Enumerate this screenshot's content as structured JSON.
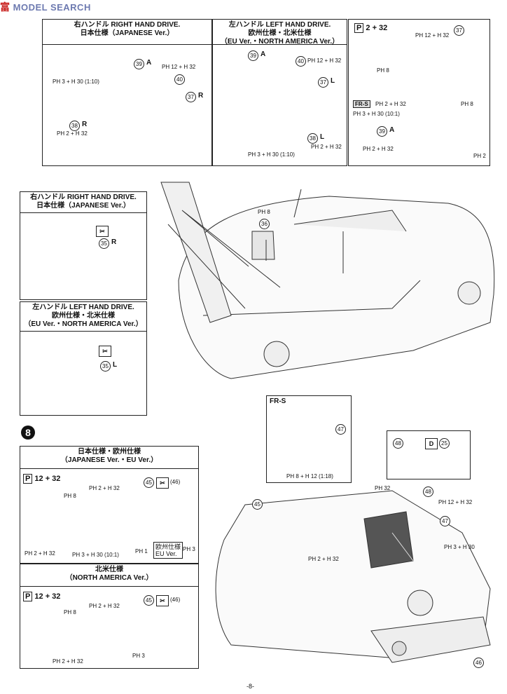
{
  "watermark": {
    "brand_red": "富",
    "text": "MODEL SEARCH"
  },
  "step": {
    "eight": "8"
  },
  "top_left_box": {
    "title1": "右ハンドル RIGHT HAND DRIVE.",
    "title2": "日本仕様（JAPANESE Ver.）",
    "p39": "39",
    "a": "A",
    "paint1": "PH 12 + H 32",
    "p40": "40",
    "paint2": "PH 3 + H 30 (1:10)",
    "p37": "37",
    "r": "R",
    "p38": "38",
    "paint3": "PH 2 + H 32"
  },
  "top_mid_box": {
    "title1": "左ハンドル LEFT HAND DRIVE.",
    "title2": "欧州仕様・北米仕様",
    "title3": "（EU Ver.・NORTH AMERICA Ver.）",
    "p39": "39",
    "a": "A",
    "p40": "40",
    "paint1": "PH 12 + H 32",
    "p37": "37",
    "l": "L",
    "p38": "38",
    "paint2": "PH 2 + H 32",
    "paint3": "PH 3 + H 30 (1:10)"
  },
  "top_right_box": {
    "paint_main": "2 + 32",
    "p37": "37",
    "paint_a": "PH 12 + H 32",
    "paint_b": "PH 8",
    "frs": "FR-S",
    "frs_paint": "PH 2 + H 32",
    "paint_c": "PH 8",
    "paint_d": "PH 3 + H 30 (10:1)",
    "p39": "39",
    "a": "A",
    "paint_e": "PH 2 + H 32",
    "paint_f": "PH 2"
  },
  "mid_left_box_r": {
    "title1": "右ハンドル RIGHT HAND DRIVE.",
    "title2": "日本仕様（JAPANESE Ver.）",
    "p35": "35",
    "r": "R"
  },
  "mid_left_box_l": {
    "title1": "左ハンドル LEFT HAND DRIVE.",
    "title2": "欧州仕様・北米仕様",
    "title3": "（EU Ver.・NORTH AMERICA Ver.）",
    "p35": "35",
    "l": "L"
  },
  "chassis_labels": {
    "p8": "PH 8",
    "p36": "36"
  },
  "frs_box": {
    "title": "FR-S",
    "p47": "47",
    "paint": "PH 8 + H 12 (1:18)"
  },
  "part48_box": {
    "p48": "48",
    "d": "D",
    "p25": "25"
  },
  "step8_box_top": {
    "title1": "日本仕様・欧州仕様",
    "title2": "（JAPANESE Ver.・EU Ver.）",
    "paint_main": "12 + 32",
    "paint_a": "PH 2 + H 32",
    "p45": "45",
    "p46": "(46)",
    "paint_b": "PH 8",
    "paint_c": "PH 2 + H 32",
    "paint_d": "PH 3 + H 30 (10:1)",
    "paint_e": "PH 1",
    "eu_note1": "欧州仕様",
    "eu_note2": "EU Ver.",
    "paint_f": "PH 3"
  },
  "step8_box_bottom": {
    "title1": "北米仕様",
    "title2": "（NORTH AMERICA Ver.）",
    "paint_main": "12 + 32",
    "paint_a": "PH 2 + H 32",
    "p45": "45",
    "p46": "(46)",
    "paint_b": "PH 8",
    "paint_c": "PH 2 + H 32",
    "paint_d": "PH 3"
  },
  "assembly_labels": {
    "p32": "PH 32",
    "p48": "48",
    "paint_a": "PH 12 + H 32",
    "p47": "47",
    "p45": "45",
    "paint_b": "PH 3 + H 30",
    "paint_c": "PH 2 + H 32",
    "p46": "46"
  },
  "page_number": "-8-"
}
